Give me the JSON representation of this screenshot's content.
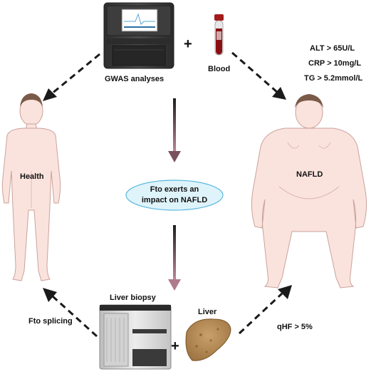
{
  "labels": {
    "gwas": "GWAS analyses",
    "plus_top": "+",
    "blood": "Blood",
    "alt": "ALT > 65U/L",
    "crp": "CRP > 10mg/L",
    "tg": "TG > 5.2mmol/L",
    "health": "Health",
    "nafld": "NAFLD",
    "center_line1": "Fto exerts an",
    "center_line2": "impact on NAFLD",
    "liver_biopsy": "Liver biopsy",
    "liver": "Liver",
    "plus_bottom": "+",
    "fto_splicing": "Fto splicing",
    "qhf": "qHF > 5%"
  },
  "colors": {
    "skin": "#fbe3dd",
    "skin_outline": "#c9a29a",
    "hair": "#7a5a48",
    "ellipse_fill": "#dff3fb",
    "ellipse_stroke": "#5ab8de",
    "arrow": "#1a1a1a",
    "center_arrow_top": "#1e1e1e",
    "center_arrow_bottom": "#c48aa0",
    "liver": "#b4894f",
    "device_dark": "#3a3a3a",
    "device_light": "#d8d8d8",
    "blood": "#8a0f14"
  }
}
